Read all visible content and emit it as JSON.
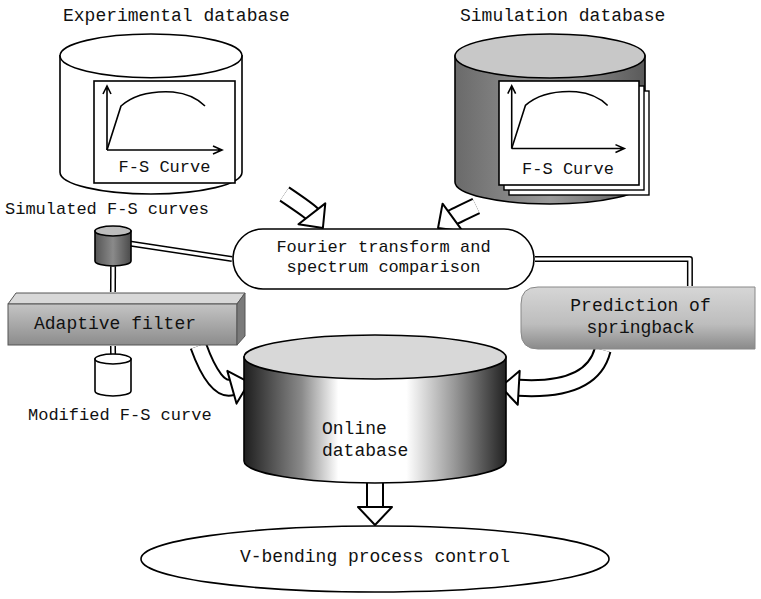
{
  "diagram": {
    "nodes": [
      {
        "text": [
          "Experimental database"
        ]
      },
      {
        "text": [
          "F-S Curve"
        ],
        "in": 0
      },
      {
        "text": [
          "Simulation database"
        ]
      },
      {
        "text": [
          "F-S Curve"
        ],
        "in": 2
      },
      {
        "text": [
          "Fourier transform and spectrum comparison"
        ]
      },
      {
        "text": [
          "Simulated F-S curves"
        ]
      },
      {
        "text": [
          "Adaptive filter"
        ]
      },
      {
        "text": [
          "Modified F-S curve"
        ]
      },
      {
        "text": [
          "Prediction of springback"
        ]
      },
      {
        "text": [
          "Online database"
        ]
      },
      {
        "text": [
          "V-bending process control"
        ]
      }
    ],
    "edges": [
      {
        "from": 0,
        "to": 4,
        "arrow": "to"
      },
      {
        "from": 2,
        "to": 4,
        "arrow": "to"
      },
      {
        "from": 4,
        "to": 5,
        "arrow": "none"
      },
      {
        "from": 4,
        "to": 8,
        "arrow": "none"
      },
      {
        "from": 5,
        "to": 6,
        "arrow": "none"
      },
      {
        "from": 6,
        "to": 7,
        "arrow": "none"
      },
      {
        "from": 6,
        "to": 9,
        "arrow": "to"
      },
      {
        "from": 8,
        "to": 9,
        "arrow": "to"
      },
      {
        "from": 9,
        "to": 10,
        "arrow": "to"
      }
    ]
  }
}
